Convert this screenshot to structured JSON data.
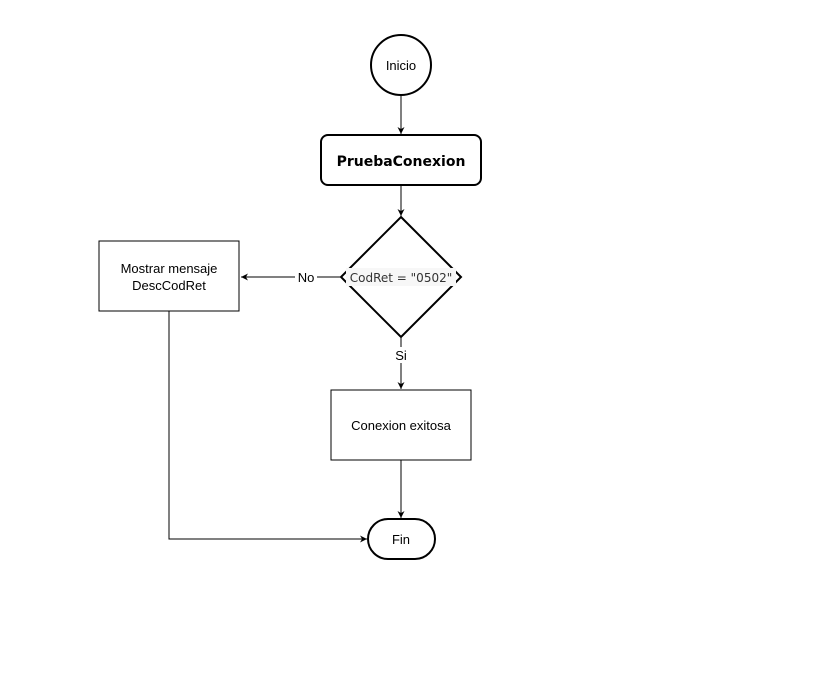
{
  "nodes": {
    "start": "Inicio",
    "process": "PruebaConexion",
    "decision": "CodRet = \"0502\"",
    "message_line1": "Mostrar mensaje",
    "message_line2": "DescCodRet",
    "success": "Conexion exitosa",
    "end": "Fin"
  },
  "edges": {
    "no_label": "No",
    "yes_label": "Si"
  }
}
